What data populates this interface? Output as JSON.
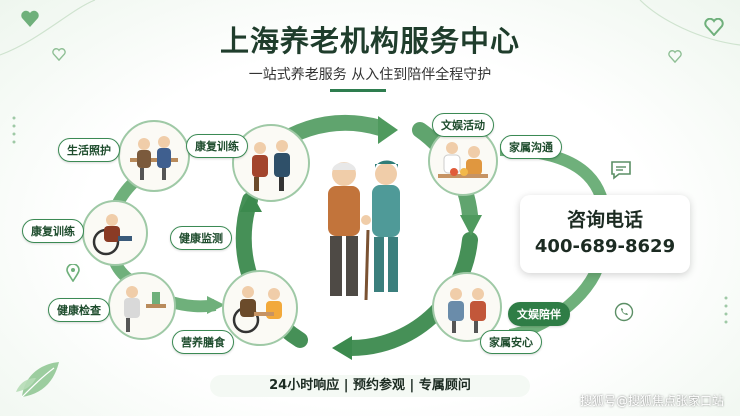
{
  "header": {
    "title": "上海养老机构服务中心",
    "subtitle": "一站式养老服务 从入住到陪伴全程守护"
  },
  "labels": {
    "shenghuo": "生活照护",
    "kangfu_top": "康复训练",
    "wenyu_huodong": "文娱活动",
    "jiashu_goutong": "家属沟通",
    "kangfu_left": "康复训练",
    "jiankang_jiance": "健康监测",
    "jiankang_jiancha": "健康检查",
    "yingyang_shanshi": "营养膳食",
    "wenyu_peiban": "文娱陪伴",
    "jiashu_anxin": "家属安心"
  },
  "contact": {
    "title": "咨询电话",
    "phone": "400-689-8629"
  },
  "footer": {
    "services": "24小时响应 | 预约参观 | 专属顾问",
    "watermark": "搜狐号@搜狐焦点张家口站"
  },
  "colors": {
    "accent": "#2f7d46",
    "light_accent": "#9fc9a6",
    "title": "#1f3d2c"
  },
  "icons": [
    "heart-icon",
    "chat-icon",
    "phone-icon",
    "location-icon",
    "leaf-icon"
  ]
}
